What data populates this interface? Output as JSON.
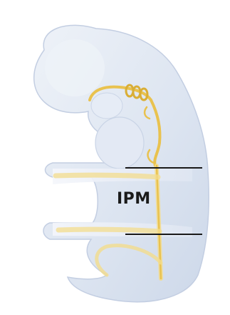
{
  "diagram": {
    "region_label": "IPM",
    "colors": {
      "body_fill": "#dde5f1",
      "body_shade": "#c9d4e6",
      "body_highlight": "#eef2f8",
      "nerve": "#e9c24f",
      "nerve_light": "#f3dc8c",
      "lines": "#1a1a1a"
    },
    "icons": {
      "embryo": "embryo-illustration",
      "nerve": "nerve-pathway"
    }
  }
}
